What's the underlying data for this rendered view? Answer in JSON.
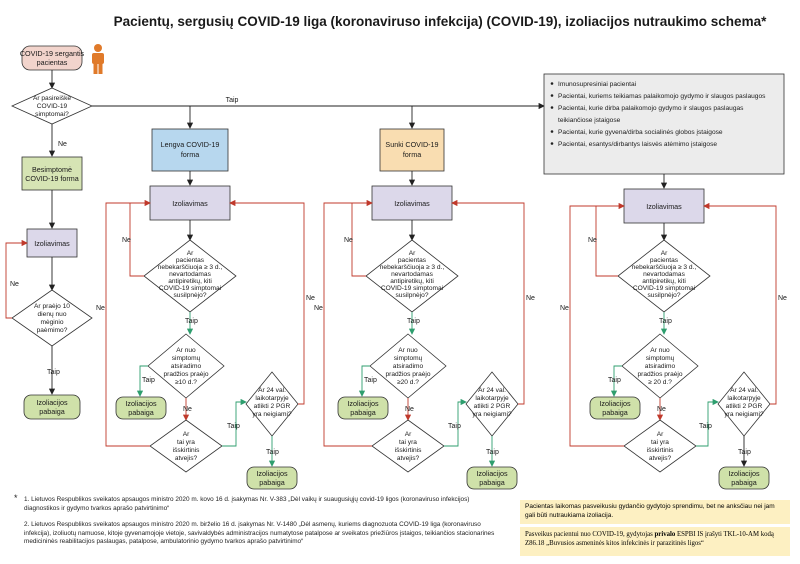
{
  "title": "Pacientų, sergusių  COVID-19 liga (koronaviruso infekcija) (COVID-19), izoliacijos  nutraukimo  schema*",
  "start": {
    "line1": "COVID-19 sergantis",
    "line2": "pacientas"
  },
  "start_question": {
    "line1": "Ar pasireiškė",
    "line2": "COVID-19",
    "line3": "simptomai?"
  },
  "labels": {
    "yes": "Taip",
    "no": "Ne"
  },
  "forms": {
    "asymptomatic": {
      "line1": "Besimptomė",
      "line2": "COVID-19 forma"
    },
    "mild": {
      "line1": "Lengva COVID-19",
      "line2": "forma"
    },
    "severe": {
      "line1": "Sunki COVID-19",
      "line2": "forma"
    }
  },
  "risk_groups": [
    "Imunosupresiniai pacientai",
    "Pacientai, kuriems teikiamas palaikomojo gydymo ir slaugos paslaugos",
    "Pacientai, kurie dirba palaikomojo gydymo ir slaugos paslaugas",
    "teikiančiose įstaigose",
    "Pacientai, kurie gyvena/dirba  socialinės globos įstaigose",
    "Pacientai, esantys/dirbantys laisvės atėmimo įstaigose"
  ],
  "isolation": "Izoliavimas",
  "end": {
    "line1": "Izoliacijos",
    "line2": "pabaiga"
  },
  "q_asym": {
    "line1": "Ar praėjo  10",
    "line2": "dienų  nuo",
    "line3": "mėginio",
    "line4": "paėmimo?"
  },
  "q_fever": {
    "line1": "Ar",
    "line2": "pacientas",
    "line3": "nebekarščiuoja ≥  3 d.,",
    "line4": "nevartodamas",
    "line5": "antipiretikų,  kiti",
    "line6": "COVID-19 simptomai",
    "line7": "susilpnėjo?"
  },
  "q_days_mild": {
    "line1": "Ar nuo",
    "line2": "simptomų",
    "line3": "atsiradimo",
    "line4": "pradžios praėjo",
    "line5": "≥10  d.?"
  },
  "q_days_severe": {
    "line1": "Ar nuo",
    "line2": "simptomų",
    "line3": "atsiradimo",
    "line4": "pradžios praėjo",
    "line5": "≥20  d.?"
  },
  "q_days_risk": {
    "line1": "Ar nuo",
    "line2": "simptomų",
    "line3": "atsiradimo",
    "line4": "pradžios praėjo",
    "line5": "≥ 20 d.?"
  },
  "q_exception": {
    "line1": "Ar",
    "line2": "tai  yra",
    "line3": "išskirtinis",
    "line4": "atvejis?"
  },
  "q_pcr": {
    "line1": "Ar  24 val.",
    "line2": "laikotarpyje",
    "line3": "atlikti 2 PGR",
    "line4": "yra  neigiami?"
  },
  "footnote_marker": "*",
  "footnotes": [
    "1. Lietuvos Respublikos sveikatos apsaugos ministro 2020 m. kovo 16 d. įsakymas Nr. V-383 „Dėl vaikų ir suaugusiųjų covid-19 ligos (koronaviruso infekcijos) diagnostikos ir gydymo tvarkos aprašo patvirtinimo“",
    "2. Lietuvos Respublikos sveikatos apsaugos ministro 2020 m. birželio 16 d. įsakymas Nr. V-1480 „Dėl asmenų, kuriems diagnozuota COVID-19 liga (koronaviruso infekcija), izoliuotų namuose, kitoje gyvenamojoje vietoje, savivaldybės administracijos numatytose patalpose ar sveikatos priežiūros įstaigos, teikiančios stacionarines medicininės reabilitacijos paslaugas, patalpose, ambulatorinio gydymo tvarkos aprašo patvirtinimo“"
  ],
  "note1": "Pacientas laikomas pasveikusiu gydančio gydytojo sprendimu, bet ne anksčiau nei jam gali būti nutraukiama izoliacija.",
  "note2": {
    "before": "Pasveikus pacientui nuo COVID-19, gydytojas ",
    "bold": "privalo",
    "after": " ESPBI IS įrašyti TKL-10-AM kodą Z86.18 „Buvusios asmeninės kitos infekcinės ir parazitinės ligos“"
  },
  "colors": {
    "start_fill": "#f2d4cc",
    "asym_fill": "#d6e4b4",
    "mild_fill": "#b7d7ee",
    "severe_fill": "#f9ddb1",
    "risk_fill": "#ececec",
    "isolation_fill": "#dcd8ea",
    "end_fill": "#cfe1a9",
    "yes_arrow": "#2e9e6e",
    "no_arrow": "#c0392b",
    "note_fill": "#fdf0c2",
    "person_icon": "#e07a2a"
  }
}
